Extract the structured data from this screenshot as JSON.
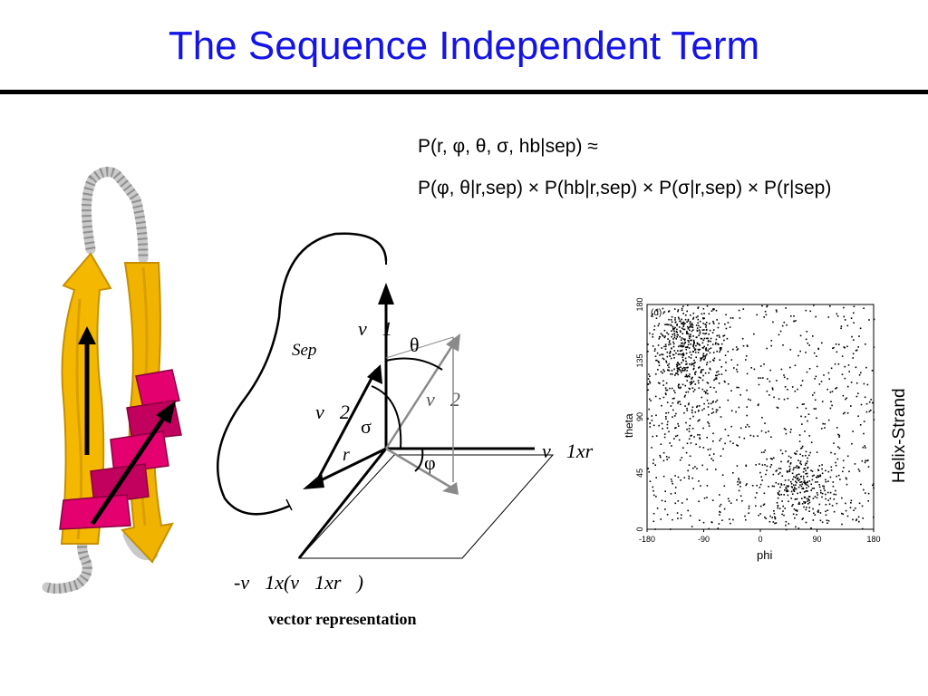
{
  "slide": {
    "title": "The Sequence Independent Term",
    "formula_line1": "P(r, φ, θ, σ, hb|sep) ≈",
    "formula_line2": "P(φ, θ|r,sep) × P(hb|r,sep) × P(σ|r,sep) × P(r|sep)",
    "caption": "vector representation"
  },
  "vector_diagram": {
    "sep_label": "Sep",
    "v1_label": "v⃗1",
    "v2_label": "v⃗2",
    "v2_proj_label": "v⃗2",
    "theta_label": "θ",
    "sigma_label": "σ",
    "phi_label": "φ",
    "r_label": "r⃗",
    "x_axis_label": "v⃗1xr⃗",
    "bottom_label": "-v⃗1x(v⃗1xr⃗)"
  },
  "scatter": {
    "panel_label": "(d)",
    "right_label": "Helix-Strand",
    "xlabel": "phi",
    "ylabel": "theta",
    "x_ticks": [
      "-180",
      "-90",
      "0",
      "90",
      "180"
    ],
    "y_ticks": [
      "0",
      "45",
      "90",
      "135",
      "180"
    ]
  },
  "chart_data": {
    "type": "scatter",
    "xlabel": "phi",
    "ylabel": "theta",
    "xlim": [
      -180,
      180
    ],
    "ylim": [
      0,
      180
    ],
    "clusters": [
      {
        "center": [
          -120,
          150
        ],
        "n": 380,
        "spread": [
          30,
          18
        ]
      },
      {
        "center": [
          -110,
          110
        ],
        "n": 170,
        "spread": [
          30,
          25
        ]
      },
      {
        "center": [
          60,
          35
        ],
        "n": 260,
        "spread": [
          32,
          15
        ]
      },
      {
        "center": [
          0,
          90
        ],
        "n": 700,
        "spread": [
          180,
          90
        ],
        "uniform": true
      }
    ],
    "colors": {
      "points": "#000000"
    }
  },
  "protein": {
    "strand_color": "#f5b800",
    "helix_color": "#e4006e",
    "coil_color": "#bdbdbd"
  }
}
